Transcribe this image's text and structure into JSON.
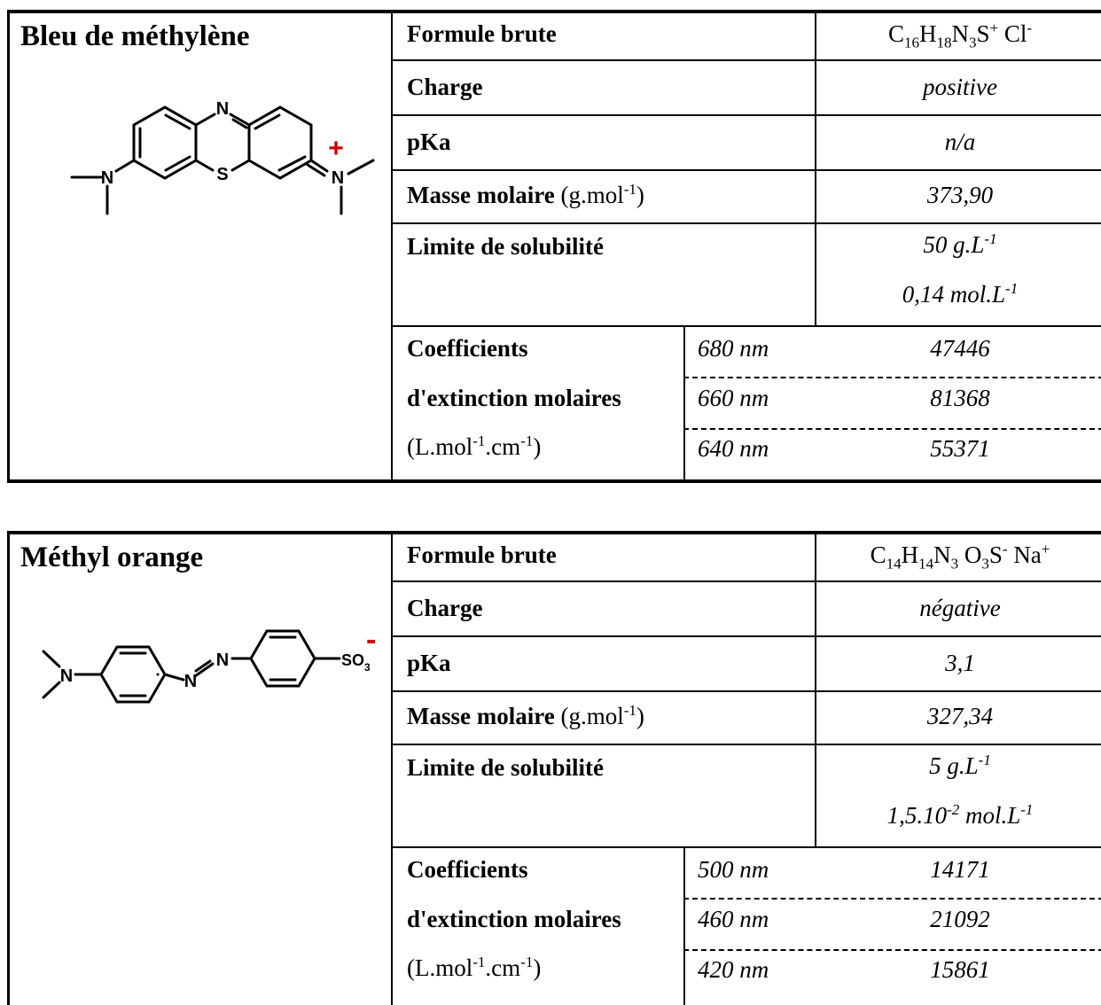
{
  "compounds": [
    {
      "name": "Bleu de méthylène",
      "labels": {
        "formula": "Formule brute",
        "charge": "Charge",
        "pka": "pKa",
        "molar_mass": "Masse molaire",
        "molar_mass_unit_base": "(g.mol",
        "molar_mass_unit_exp": "-1",
        "molar_mass_unit_close": ")",
        "solubility": "Limite de solubilité",
        "coeff_line1": "Coefficients",
        "coeff_line2": "d'extinction molaires",
        "coeff_unit_a": "(L.mol",
        "coeff_unit_exp1": "-1",
        "coeff_unit_b": ".cm",
        "coeff_unit_exp2": "-1",
        "coeff_unit_c": ")"
      },
      "formula": {
        "c": "C",
        "c_sub": "16",
        "h": "H",
        "h_sub": "18",
        "n": "N",
        "n_sub": "3",
        "rest": "S",
        "rest_sup": "+",
        "ion": " Cl",
        "ion_sup": "-"
      },
      "charge": "positive",
      "pka": "n/a",
      "molar_mass": "373,90",
      "solubility_1": {
        "base": "50 g.L",
        "exp": "-1"
      },
      "solubility_2": {
        "base": "0,14 mol.L",
        "exp": "-1"
      },
      "extinction": [
        {
          "wavelength": "680 nm",
          "value": "47446"
        },
        {
          "wavelength": "660 nm",
          "value": "81368"
        },
        {
          "wavelength": "640 nm",
          "value": "55371"
        }
      ],
      "structure_atoms": {
        "n_top": "N",
        "s": "S",
        "n_left": "N",
        "n_right": "N",
        "charge": "+"
      }
    },
    {
      "name": "Méthyl orange",
      "labels": {
        "formula": "Formule brute",
        "charge": "Charge",
        "pka": "pKa",
        "molar_mass": "Masse molaire",
        "molar_mass_unit_base": "(g.mol",
        "molar_mass_unit_exp": "-1",
        "molar_mass_unit_close": ")",
        "solubility": "Limite de solubilité",
        "coeff_line1": "Coefficients",
        "coeff_line2": "d'extinction molaires",
        "coeff_unit_a": "(L.mol",
        "coeff_unit_exp1": "-1",
        "coeff_unit_b": ".cm",
        "coeff_unit_exp2": "-1",
        "coeff_unit_c": ")"
      },
      "formula": {
        "c": "C",
        "c_sub": "14",
        "h": "H",
        "h_sub": "14",
        "n": "N",
        "n_sub": "3",
        "o": " O",
        "o_sub": "3",
        "rest": "S",
        "rest_sup": "-",
        "ion": " Na",
        "ion_sup": "+"
      },
      "charge": "négative",
      "pka": "3,1",
      "molar_mass": "327,34",
      "solubility_1": {
        "base": "5 g.L",
        "exp": "-1"
      },
      "solubility_2": {
        "base": "1,5.10",
        "exp": "-2",
        "base2": " mol.L",
        "exp2": "-1"
      },
      "extinction": [
        {
          "wavelength": "500 nm",
          "value": "14171"
        },
        {
          "wavelength": "460 nm",
          "value": "21092"
        },
        {
          "wavelength": "420 nm",
          "value": "15861"
        }
      ],
      "structure_atoms": {
        "n_left": "N",
        "n_azo1": "N",
        "n_azo2": "N",
        "so3": "SO",
        "so3_sub": "3",
        "charge": "-"
      }
    }
  ]
}
